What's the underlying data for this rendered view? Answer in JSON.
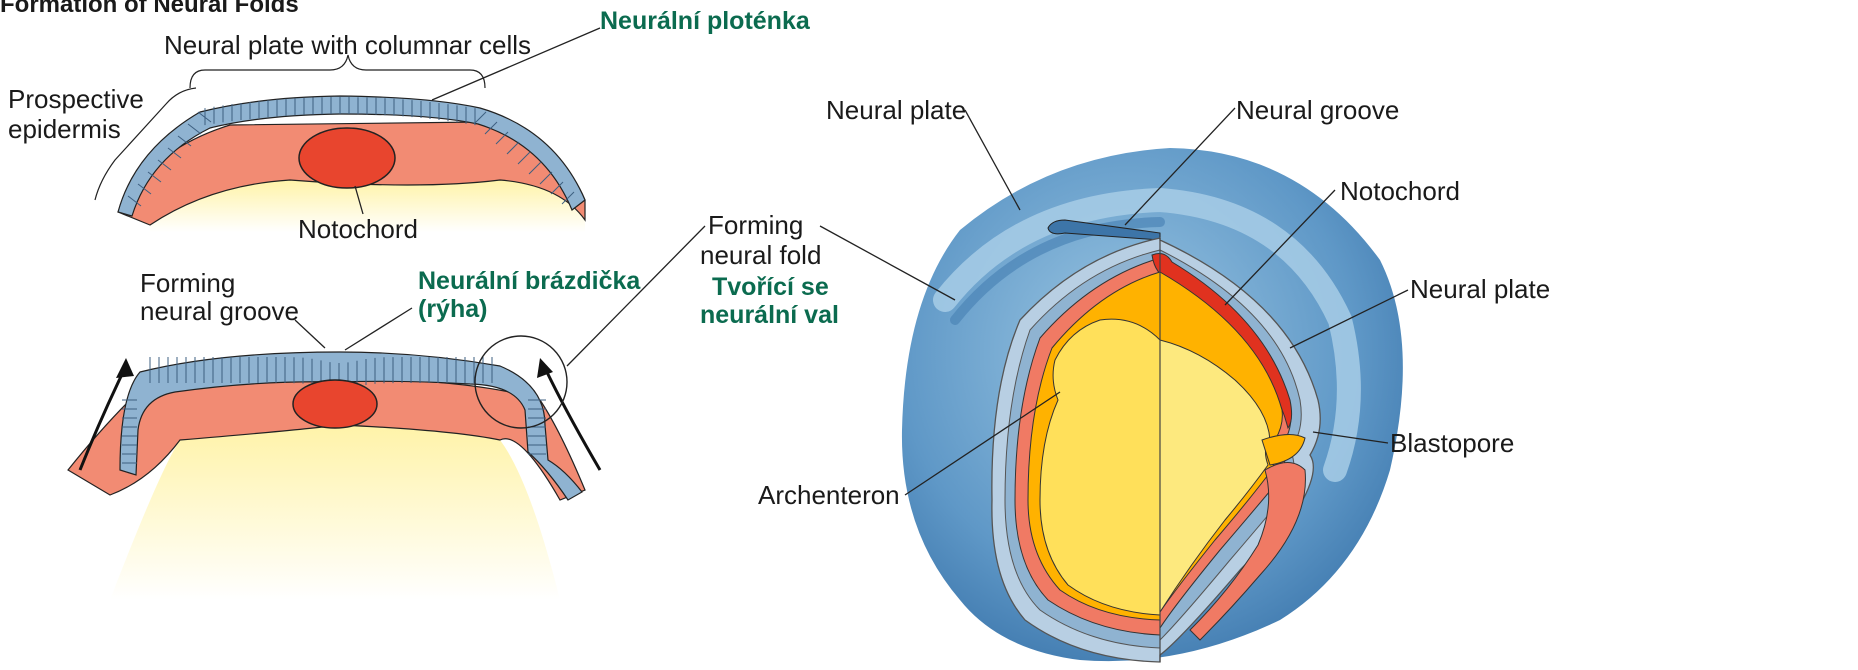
{
  "title": "Formation of Neural Folds",
  "labels": {
    "neural_plate_columnar": "Neural plate with columnar cells",
    "prospective": "Prospective",
    "epidermis": "epidermis",
    "notochord_top": "Notochord",
    "forming_groove_1": "Forming",
    "forming_groove_2": "neural groove",
    "forming_fold_1": "Forming",
    "forming_fold_2": "neural fold",
    "neural_plate_left": "Neural plate",
    "neural_groove": "Neural groove",
    "notochord_right": "Notochord",
    "neural_plate_right": "Neural plate",
    "blastopore": "Blastopore",
    "archenteron": "Archenteron"
  },
  "czech": {
    "neuralni_plotenka": "Neurální ploténka",
    "neuralni_brazdicka_1": "Neurální brázdička",
    "neuralni_brazdicka_2": "(rýha)",
    "tvorici_se_1": "Tvořící se",
    "tvorici_se_2": "neurální val"
  },
  "colors": {
    "ectoderm_blue": "#8fb3d1",
    "mesoderm_salmon": "#f08a74",
    "notochord_red": "#e8452e",
    "endoderm_yellow": "#fbe27a",
    "czech_green": "#0b6b4f"
  }
}
